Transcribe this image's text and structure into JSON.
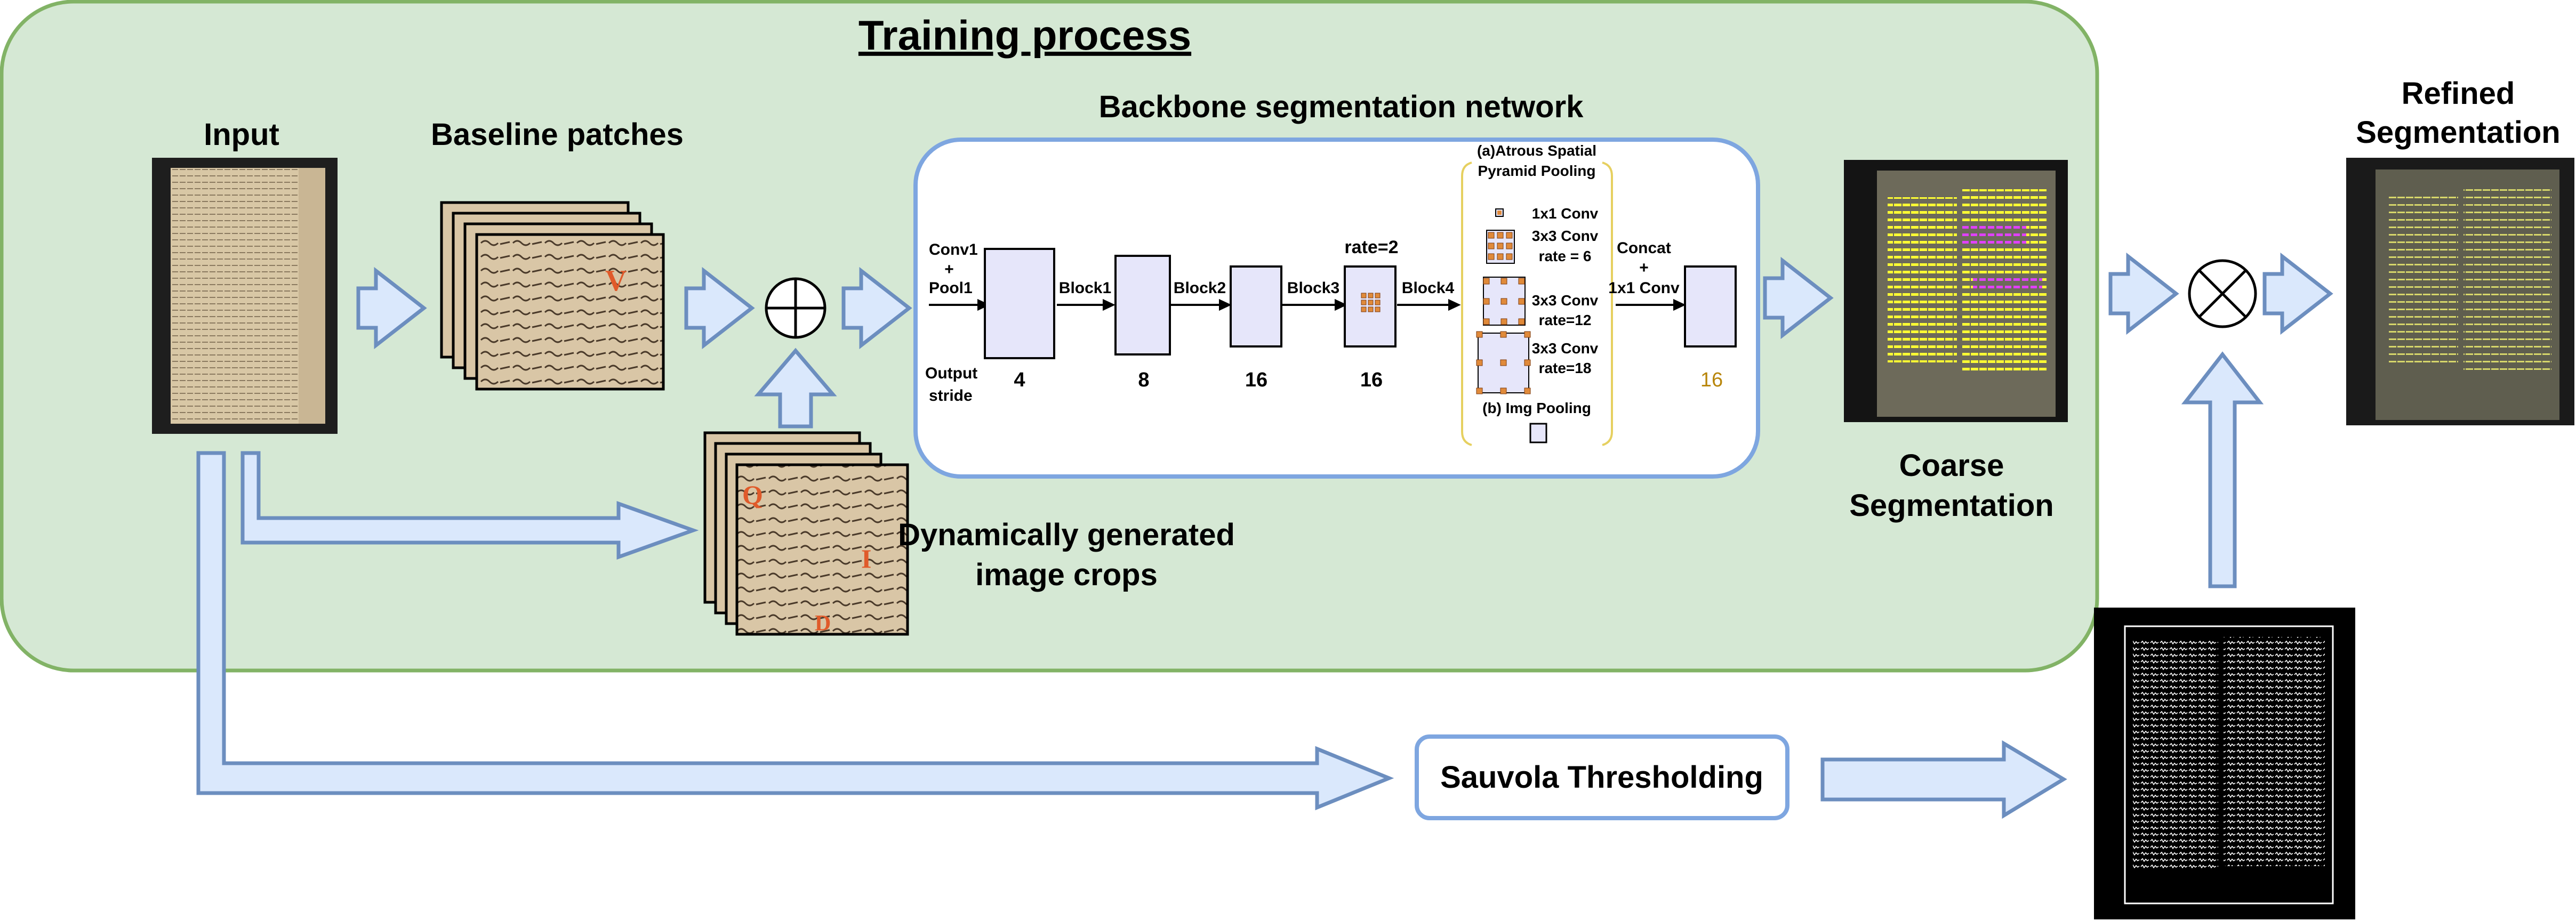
{
  "title": "Training process",
  "labels": {
    "input": "Input",
    "baseline_patches": "Baseline patches",
    "backbone": "Backbone segmentation network",
    "dynamic_crops_line1": "Dynamically generated",
    "dynamic_crops_line2": "image crops",
    "coarse_line1": "Coarse",
    "coarse_line2": "Segmentation",
    "refined_line1": "Refined",
    "refined_line2": "Segmentation",
    "sauvola": "Sauvola Thresholding"
  },
  "network": {
    "conv1": "Conv1",
    "plus1": "+",
    "pool1": "Pool1",
    "output": "Output",
    "stride": "stride",
    "block1": "Block1",
    "block2": "Block2",
    "block3": "Block3",
    "block4": "Block4",
    "rate2": "rate=2",
    "strides": [
      "4",
      "8",
      "16",
      "16",
      "16"
    ],
    "aspp_title_line1": "(a)Atrous Spatial",
    "aspp_title_line2": "Pyramid Pooling",
    "conv1x1": "1x1 Conv",
    "conv3x3": "3x3 Conv",
    "rate6": "rate = 6",
    "rate12": "rate=12",
    "rate18": "rate=18",
    "img_pooling": "(b) Img Pooling",
    "concat": "Concat",
    "plus2": "+",
    "conv1x1_final": "1x1 Conv"
  },
  "patch_glyphs": {
    "baseline": "V",
    "crop1": "Q",
    "crop2": "I",
    "crop3": "D"
  },
  "colors": {
    "training_bg": "#d5e8d4",
    "training_border": "#82b366",
    "title": "#2f7d32",
    "arrow_fill": "#dae8fc",
    "arrow_stroke": "#6c8ebf",
    "backbone_border": "#7ea6e0",
    "block_fill": "#e6e6fa",
    "stride_color": "#b8860b",
    "aspp_text": "#3b3bd1",
    "rate_text": "#3b3bd1"
  }
}
